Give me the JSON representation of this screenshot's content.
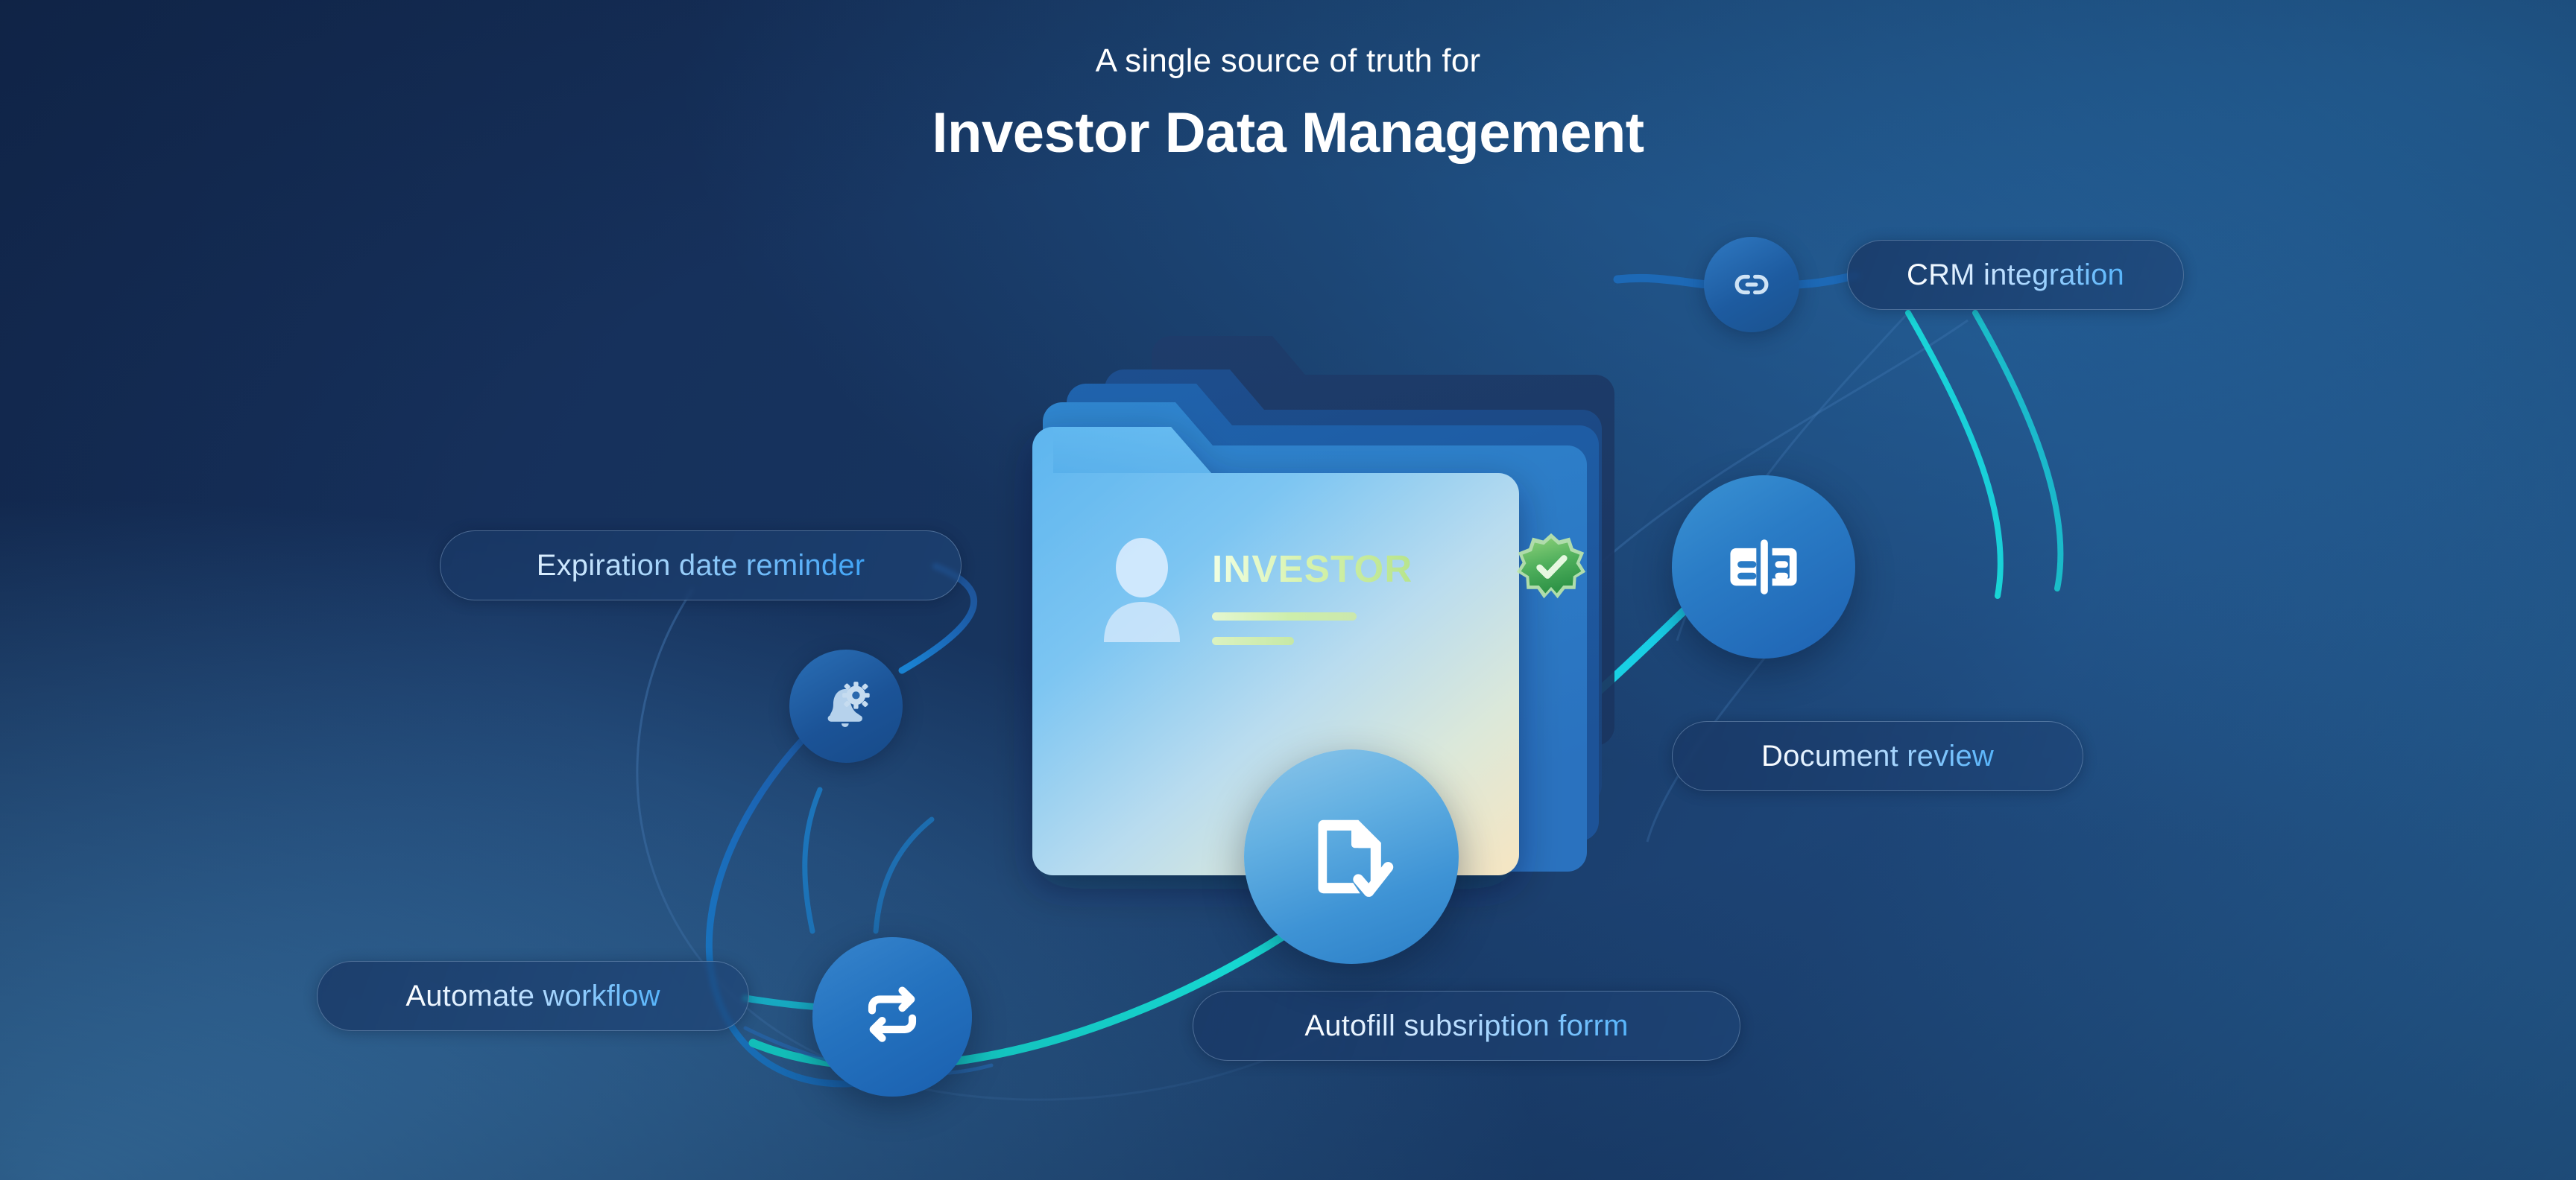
{
  "heading": {
    "eyebrow": "A single source of truth for",
    "headline": "Investor Data Management"
  },
  "colors": {
    "bg_dark_navy": "#142b56",
    "bg_mid_blue": "#215a92",
    "bg_light_blue": "#3a7cb8",
    "accent_cyan": "#18e0d8",
    "accent_blue": "#1f6fc0",
    "icon_circle_blue": "#2a7cc6",
    "badge_green": "#3faa52",
    "investor_text_green": "#d2efa9",
    "pill_text_light": "#ffffff",
    "pill_text_blue": "#56b4fb"
  },
  "pills": [
    {
      "id": "crm",
      "label": "CRM integration"
    },
    {
      "id": "exp",
      "label": "Expiration date reminder"
    },
    {
      "id": "doc",
      "label": "Document review"
    },
    {
      "id": "auto",
      "label": "Automate workflow"
    },
    {
      "id": "autofill",
      "label": "Autofill subsription forrm"
    }
  ],
  "icons": [
    {
      "id": "link",
      "name": "link-icon"
    },
    {
      "id": "bell",
      "name": "bell-gear-icon"
    },
    {
      "id": "docrev",
      "name": "document-compare-icon"
    },
    {
      "id": "doccheck",
      "name": "document-check-icon"
    },
    {
      "id": "swap",
      "name": "sync-arrows-icon"
    }
  ],
  "card": {
    "title": "INVESTOR",
    "avatar_icon": "user-avatar-icon",
    "badge_icon": "verified-badge-icon",
    "folder_layers": 5
  }
}
